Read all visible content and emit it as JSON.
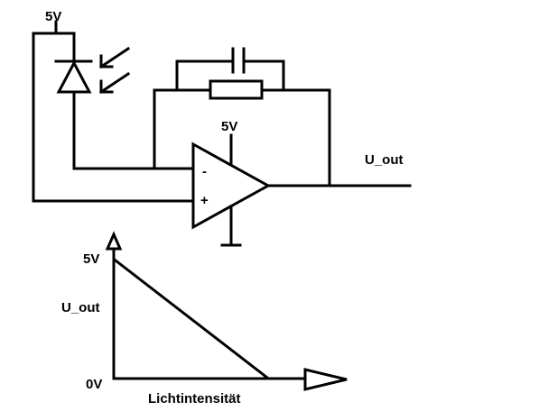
{
  "circuit": {
    "supply_label": "5V",
    "opamp_supply_label": "5V",
    "output_label": "U_out",
    "inverting_sign": "-",
    "noninverting_sign": "+"
  },
  "graph": {
    "y_max_label": "5V",
    "y_zero_label": "0V",
    "y_axis_label": "U_out",
    "x_axis_label": "Lichtintensität"
  },
  "colors": {
    "line": "#000000",
    "background": "#ffffff"
  },
  "icons": {
    "photodiode": "photodiode-icon",
    "light_arrows": "light-arrows-icon",
    "capacitor": "capacitor-icon",
    "resistor": "resistor-icon",
    "opamp": "opamp-icon",
    "ground": "ground-icon"
  }
}
